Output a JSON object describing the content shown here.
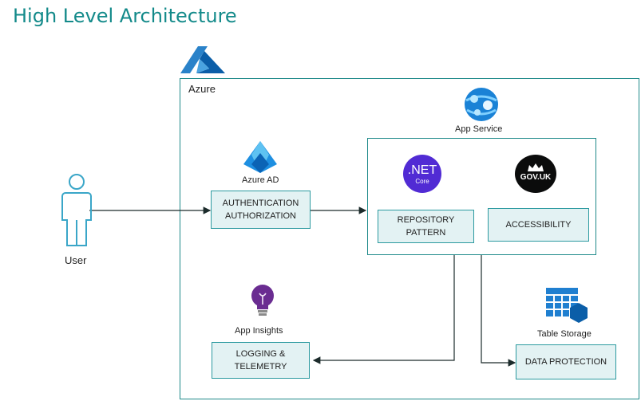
{
  "title": "High Level Architecture",
  "azure": {
    "label": "Azure"
  },
  "user": {
    "label": "User"
  },
  "azure_ad": {
    "label": "Azure AD",
    "box_line1": "AUTHENTICATION",
    "box_line2": "AUTHORIZATION"
  },
  "app_service": {
    "label": "App Service",
    "net_logo_main": ".NET",
    "net_logo_sub": "Core",
    "govuk_logo": "GOV.UK",
    "repo_line1": "REPOSITORY",
    "repo_line2": "PATTERN",
    "accessibility": "ACCESSIBILITY"
  },
  "app_insights": {
    "label": "App Insights",
    "box_line1": "LOGGING &",
    "box_line2": "TELEMETRY"
  },
  "table_storage": {
    "label": "Table Storage",
    "box": "DATA PROTECTION"
  },
  "colors": {
    "accent": "#138a8a",
    "box_fill": "#e3f2f3",
    "box_border": "#2c9aa0",
    "azure_blue": "#0078d4",
    "net_purple": "#512bd4",
    "insights_purple": "#6a2c91"
  }
}
